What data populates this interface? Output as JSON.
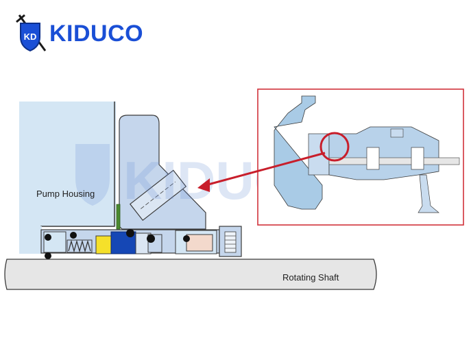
{
  "brand": {
    "name": "KIDUCO",
    "emblem_letters": "KD",
    "watermark_text": "KIDUCO",
    "color": "#1a4fd6"
  },
  "diagram": {
    "labels": {
      "pump_housing": "Pump Housing",
      "rotating_shaft": "Rotating Shaft"
    },
    "colors": {
      "housing_fill": "#d4e6f4",
      "seal_fill": "#c5d6ec",
      "outline": "#3a3a3a",
      "inset_border": "#d0313a",
      "arrow": "#c81e2b",
      "seal_face_yellow": "#f5e02a",
      "seal_ring_blue": "#1547b5",
      "spring_pink": "#f3d9cc",
      "shaft_fill": "#e6e6e6"
    }
  }
}
